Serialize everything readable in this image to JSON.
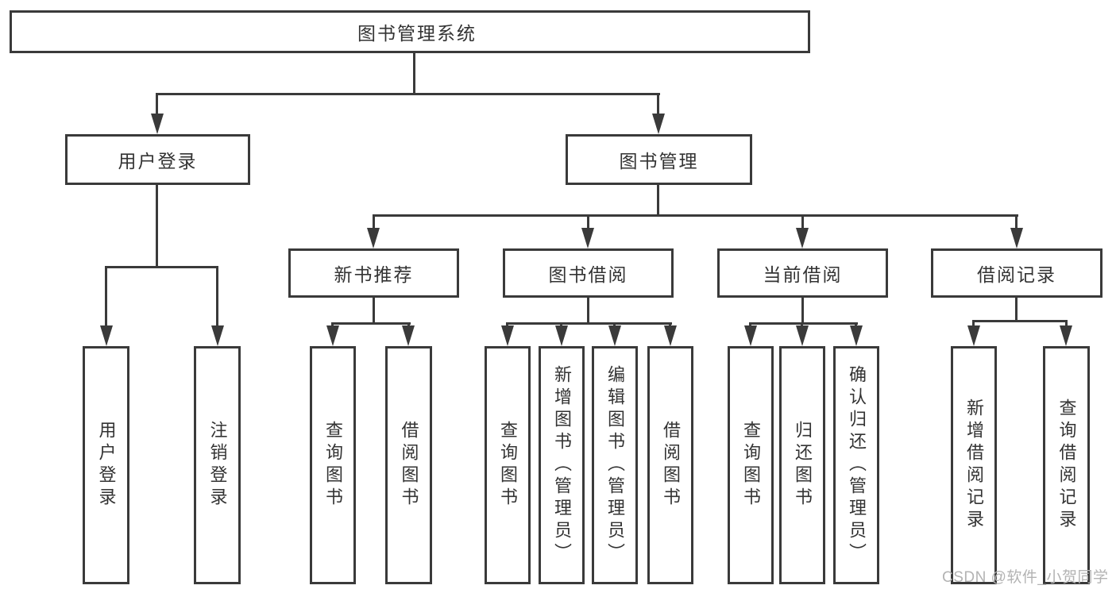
{
  "diagram": {
    "root": {
      "label": "图书管理系统"
    },
    "level2": [
      {
        "label": "用户登录"
      },
      {
        "label": "图书管理"
      }
    ],
    "level3": [
      {
        "label": "新书推荐",
        "parent": "图书管理"
      },
      {
        "label": "图书借阅",
        "parent": "图书管理"
      },
      {
        "label": "当前借阅",
        "parent": "图书管理"
      },
      {
        "label": "借阅记录",
        "parent": "图书管理"
      }
    ],
    "leaves": [
      {
        "label": "用户登录",
        "parent": "用户登录"
      },
      {
        "label": "注销登录",
        "parent": "用户登录"
      },
      {
        "label": "查询图书",
        "parent": "新书推荐"
      },
      {
        "label": "借阅图书",
        "parent": "新书推荐"
      },
      {
        "label": "查询图书",
        "parent": "图书借阅"
      },
      {
        "label": "新增图书（管理员）",
        "parent": "图书借阅"
      },
      {
        "label": "编辑图书（管理员）",
        "parent": "图书借阅"
      },
      {
        "label": "借阅图书",
        "parent": "图书借阅"
      },
      {
        "label": "查询图书",
        "parent": "当前借阅"
      },
      {
        "label": "归还图书",
        "parent": "当前借阅"
      },
      {
        "label": "确认归还（管理员）",
        "parent": "当前借阅"
      },
      {
        "label": "新增借阅记录",
        "parent": "借阅记录"
      },
      {
        "label": "查询借阅记录",
        "parent": "借阅记录"
      }
    ]
  },
  "watermark": "CSDN @软件_小贺同学",
  "colors": {
    "line": "#3a3a3a",
    "text": "#333333",
    "watermark": "#b3b3b3",
    "background": "#ffffff"
  }
}
